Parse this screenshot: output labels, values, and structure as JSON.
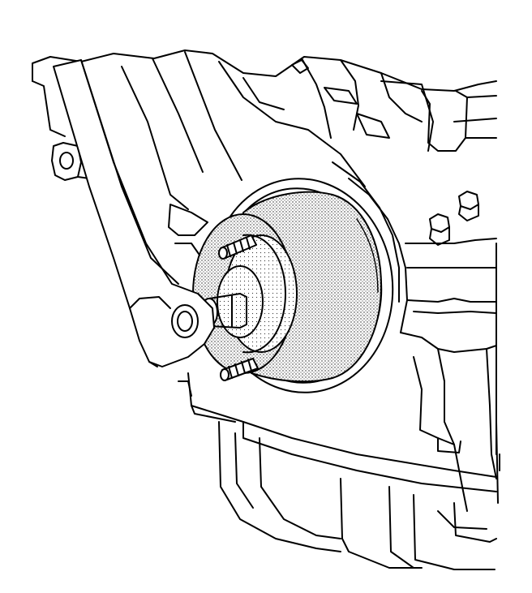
{
  "diagram": {
    "components": [
      {
        "id": "engine-block",
        "icon": "engine-block-outline"
      },
      {
        "id": "crankshaft-seal-installer",
        "icon": "stippled-installer-tool"
      },
      {
        "id": "installer-bolts",
        "icon": "threaded-bolt"
      },
      {
        "id": "holding-wrench",
        "icon": "wrench-bar"
      },
      {
        "id": "oil-pan",
        "icon": "oil-pan-outline"
      }
    ],
    "colors": {
      "line": "#000000",
      "background": "#ffffff",
      "stipple": "#808080"
    }
  }
}
